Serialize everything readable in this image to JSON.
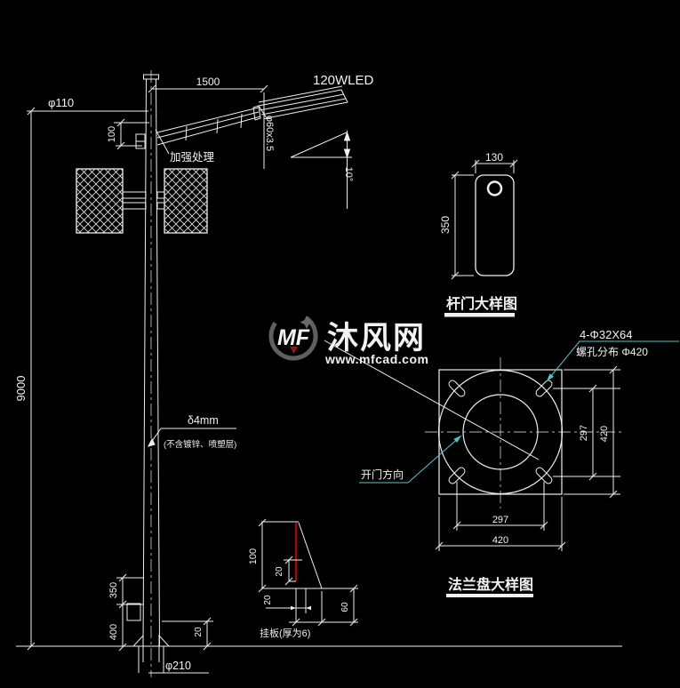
{
  "colors": {
    "background": "#000000",
    "line": "#efefef",
    "accent_cyan": "#4fc8c8",
    "accent_red": "#b30000",
    "watermark_gray": "#5f5f5f"
  },
  "main_view": {
    "dim_9000": "9000",
    "dim_1500": "1500",
    "dim_100": "100",
    "dim_350": "350",
    "dim_400": "400",
    "dim_20_base": "20",
    "label_phi110": "φ110",
    "label_led": "120WLED",
    "label_phi60": "φ60x3.5",
    "label_angle": "10°",
    "label_reinforce": "加强处理",
    "label_thickness": "δ4mm",
    "label_coating": "(不含镀锌、喷塑层)",
    "label_phi210": "φ210"
  },
  "door_view": {
    "dim_width": "130",
    "dim_height": "350",
    "title": "杆门大样图"
  },
  "flange_view": {
    "bolt_note1": "4-Φ32X64",
    "bolt_note2": "螺孔分布 Φ420",
    "label_door_dir": "开门方向",
    "dim_297_right": "297",
    "dim_420_right": "420",
    "dim_297_bottom": "297",
    "dim_420_bottom": "420",
    "title": "法兰盘大样图"
  },
  "plate_view": {
    "dim_100": "100",
    "dim_20_inner": "20",
    "dim_20_tail": "20",
    "dim_60": "60",
    "label": "挂板(厚为6)"
  },
  "watermark": {
    "logo": "MF",
    "site_name": "沐风网",
    "site_url": "www.mfcad.com"
  }
}
